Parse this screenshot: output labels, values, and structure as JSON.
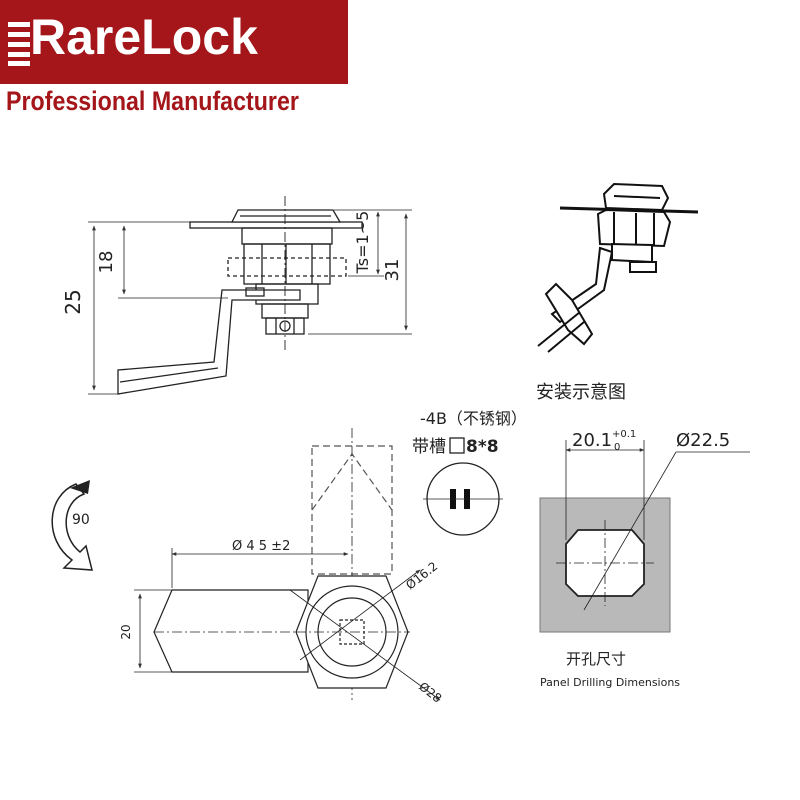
{
  "brand": {
    "name": "RareLock",
    "tagline": "Professional Manufacturer",
    "color": "#a4161a"
  },
  "side_view": {
    "dim_total": "25",
    "dim_upper": "18",
    "dim_ts": "Ts=1~5",
    "dim_height": "31"
  },
  "install_view": {
    "caption": "安装示意图"
  },
  "variant": {
    "model": "-4B（不锈钢）",
    "slot": "带槽",
    "slot_size": "8*8"
  },
  "rotation": {
    "angle": "90"
  },
  "front_view": {
    "dim_length": "Ø 4 5 ±2",
    "dim_width": "20",
    "dim_hex": "Ø16.2",
    "dim_outer": "Ø28"
  },
  "panel_cutout": {
    "dim_flat": "20.1",
    "tol_upper": "+0.1",
    "tol_lower": "0",
    "dim_dia": "Ø22.5",
    "caption_cn": "开孔尺寸",
    "caption_en": "Panel Drilling Dimensions",
    "fill_color": "#b9b9b9"
  }
}
